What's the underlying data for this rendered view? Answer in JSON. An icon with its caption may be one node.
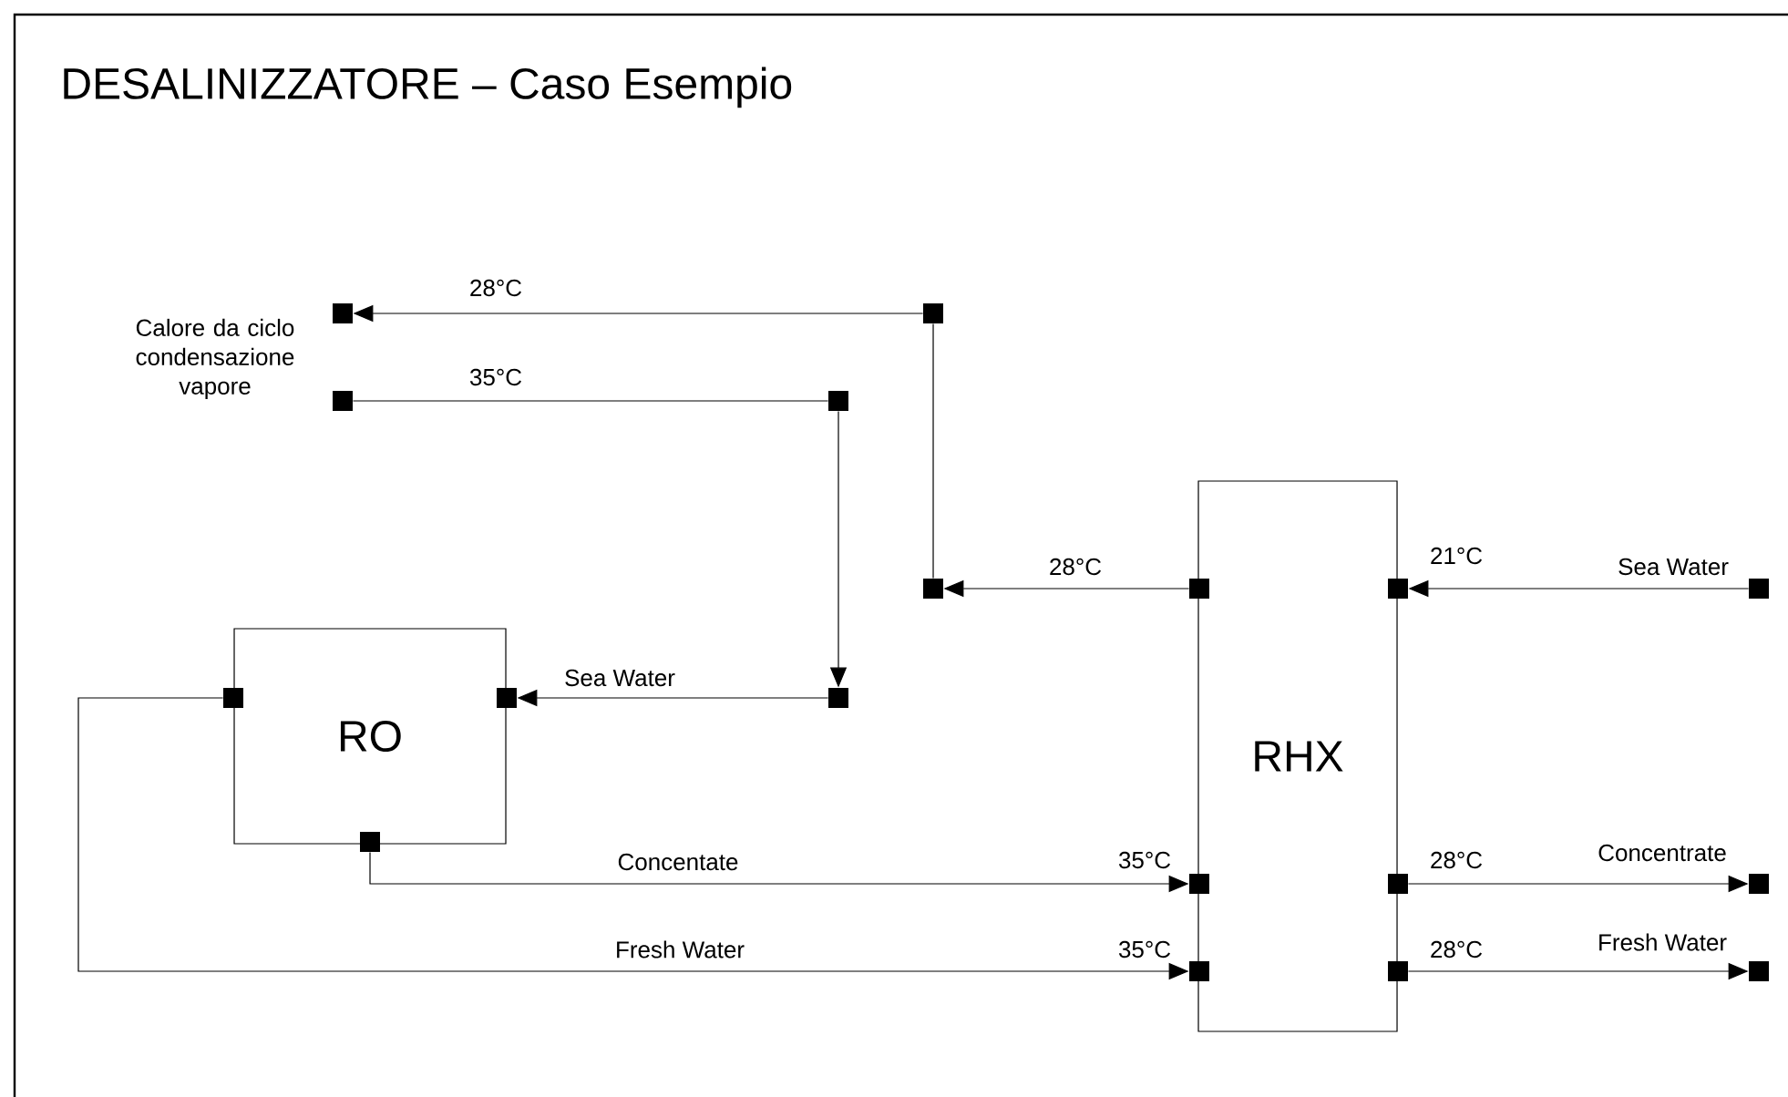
{
  "diagram": {
    "title": "DESALINIZZATORE – Caso Esempio",
    "nodes": [
      {
        "text": [
          "RO"
        ]
      },
      {
        "text": [
          "RHX"
        ]
      },
      {
        "text": [],
        "shape": "box"
      },
      {
        "text": [],
        "shape": "box"
      },
      {
        "text": [],
        "shape": "box"
      },
      {
        "text": [],
        "shape": "box"
      },
      {
        "text": [],
        "shape": "box"
      },
      {
        "text": [],
        "shape": "box"
      },
      {
        "text": [],
        "shape": "box"
      },
      {
        "text": [],
        "shape": "box"
      },
      {
        "text": [],
        "shape": "box"
      },
      {
        "text": [],
        "shape": "box"
      },
      {
        "text": [],
        "shape": "box",
        "beside": [
          "35°C"
        ]
      },
      {
        "text": [],
        "shape": "box",
        "beside": [
          "35°C"
        ]
      },
      {
        "text": [],
        "shape": "box",
        "beside": [
          "21°C"
        ]
      },
      {
        "text": [],
        "shape": "box"
      },
      {
        "text": [],
        "shape": "box",
        "beside": [
          "28°C"
        ]
      },
      {
        "text": [],
        "shape": "box"
      },
      {
        "text": [],
        "shape": "box",
        "beside": [
          "28°C"
        ]
      },
      {
        "text": [],
        "shape": "box"
      }
    ],
    "edges": [
      {
        "from": 3,
        "to": 2,
        "arrow": "to",
        "label": "28°C"
      },
      {
        "from": 6,
        "to": 3,
        "arrow": "none"
      },
      {
        "from": 11,
        "to": 6,
        "arrow": "to",
        "label": "28°C"
      },
      {
        "from": 4,
        "to": 5,
        "arrow": "none",
        "label": "35°C"
      },
      {
        "from": 5,
        "to": 7,
        "arrow": "to"
      },
      {
        "from": 7,
        "to": 8,
        "arrow": "to",
        "label": "Sea Water"
      },
      {
        "from": 10,
        "to": 12,
        "arrow": "to",
        "label": "Concentate"
      },
      {
        "from": 9,
        "to": 13,
        "arrow": "to",
        "label": "Fresh Water"
      },
      {
        "from": 15,
        "to": 14,
        "arrow": "to",
        "label": "Sea Water"
      },
      {
        "from": 16,
        "to": 17,
        "arrow": "to",
        "label": "Concentrate"
      },
      {
        "from": 18,
        "to": 19,
        "arrow": "to",
        "label": "Fresh Water"
      }
    ],
    "labels": [
      "Calore da ciclo condensazione vapore"
    ]
  }
}
